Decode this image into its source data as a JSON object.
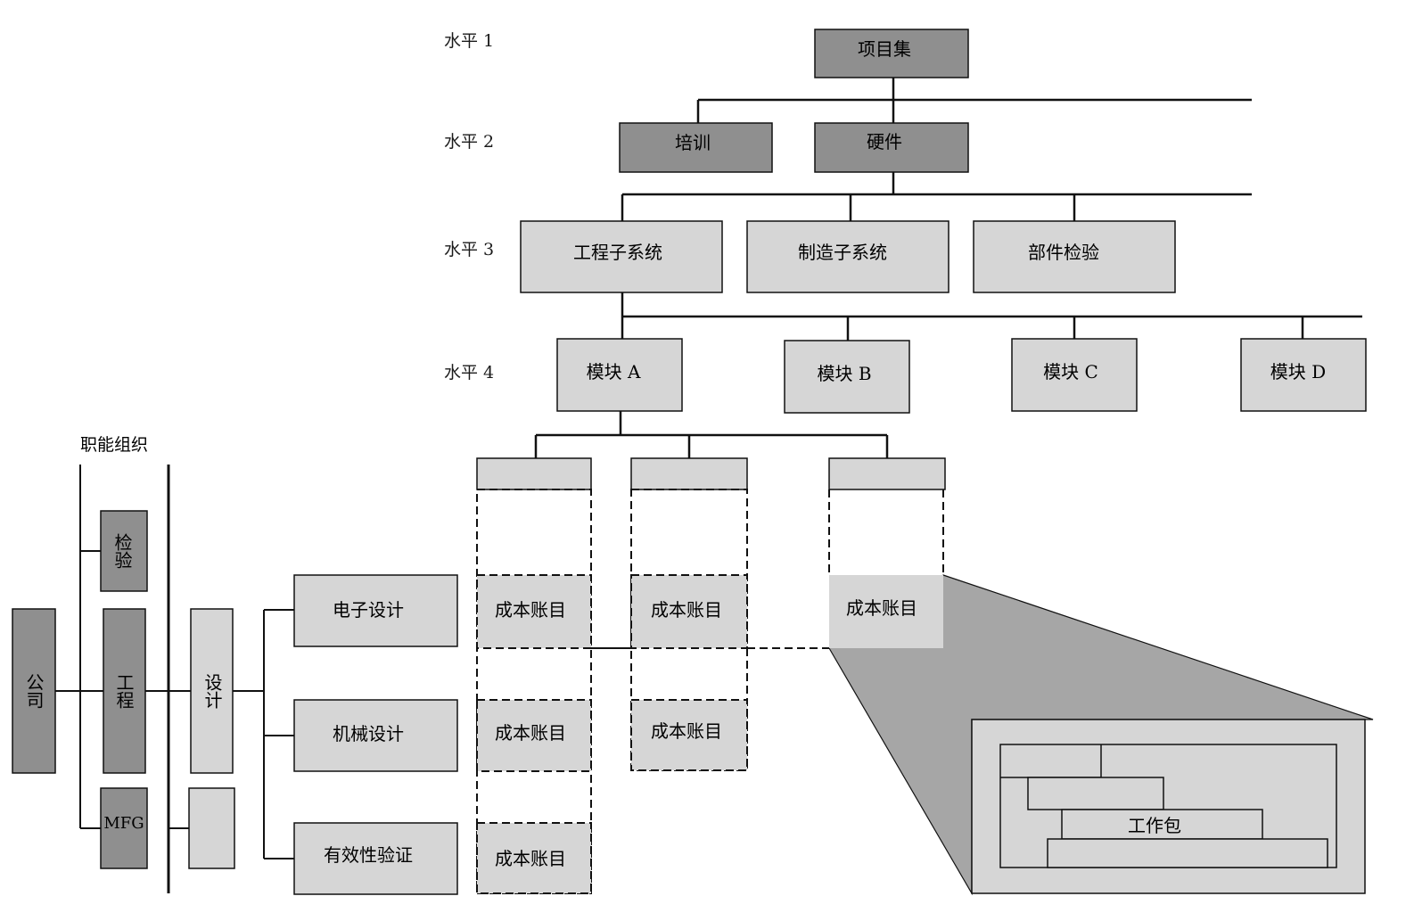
{
  "colors": {
    "dark_box": "#8f8f8f",
    "light_box": "#d6d6d6",
    "funnel": "#a6a6a6",
    "line": "#111111",
    "background": "#ffffff"
  },
  "levels": [
    "水平 1",
    "水平 2",
    "水平 3",
    "水平 4"
  ],
  "wbs": {
    "root": "项目集",
    "level2": [
      "培训",
      "硬件"
    ],
    "level3": [
      "工程子系统",
      "制造子系统",
      "部件检验"
    ],
    "level4": [
      "模块 A",
      "模块 B",
      "模块 C",
      "模块 D"
    ]
  },
  "functional": {
    "title": "职能组织",
    "company": "公司",
    "departments": [
      "检验",
      "工程",
      "MFG"
    ],
    "design": "设计",
    "design_units": [
      "电子设计",
      "机械设计",
      "有效性验证"
    ]
  },
  "cost_account": "成本账目",
  "work_package": "工作包"
}
